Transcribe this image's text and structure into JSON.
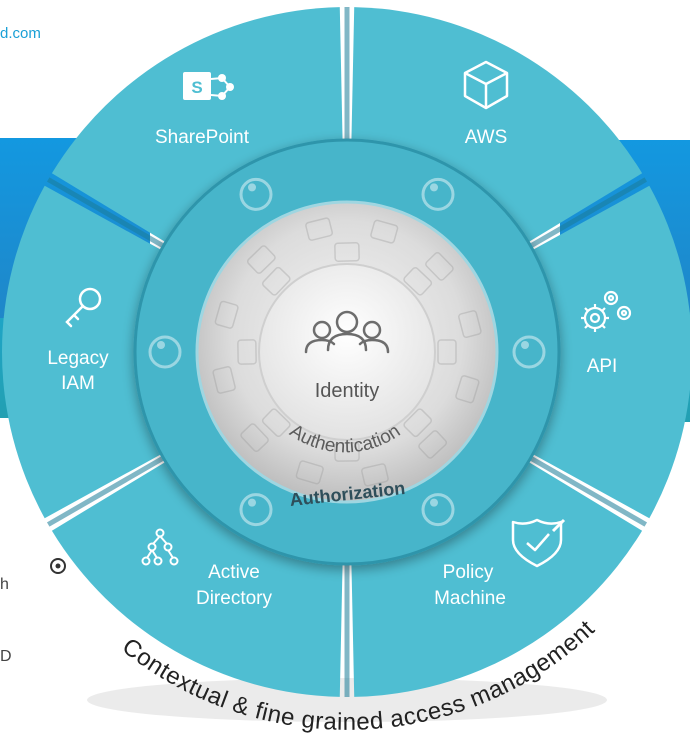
{
  "edge_fragments": {
    "top_left": "d.com",
    "left_mid": "h",
    "left_bottom": "D"
  },
  "center": {
    "label": "Identity",
    "icon": "users-icon"
  },
  "ring_authentication": {
    "label": "Authentication"
  },
  "ring_authorization": {
    "label": "Authorization"
  },
  "outer_caption": {
    "text": "Contextual & fine grained access management",
    "icon": "logo-icon"
  },
  "segments": {
    "sharepoint": {
      "label": "SharePoint",
      "icon": "sharepoint-icon"
    },
    "aws": {
      "label": "AWS",
      "icon": "cube-icon"
    },
    "api": {
      "label": "API",
      "icon": "gears-icon"
    },
    "policy": {
      "line1": "Policy",
      "line2": "Machine",
      "icon": "shield-check-icon"
    },
    "ad": {
      "line1": "Active",
      "line2": "Directory",
      "icon": "hierarchy-icon"
    },
    "legacy": {
      "line1": "Legacy",
      "line2": "IAM",
      "icon": "key-icon"
    }
  },
  "colors": {
    "segment": "#4fbed2",
    "segment_dark": "#38a9bf",
    "band_blue": "#1e8fd6",
    "band_teal": "#21a6bd",
    "gap": "#1b7d99",
    "ring": "#49b7cb",
    "inner": "#d6d6d6",
    "edge_text": "#1aa0d6"
  }
}
